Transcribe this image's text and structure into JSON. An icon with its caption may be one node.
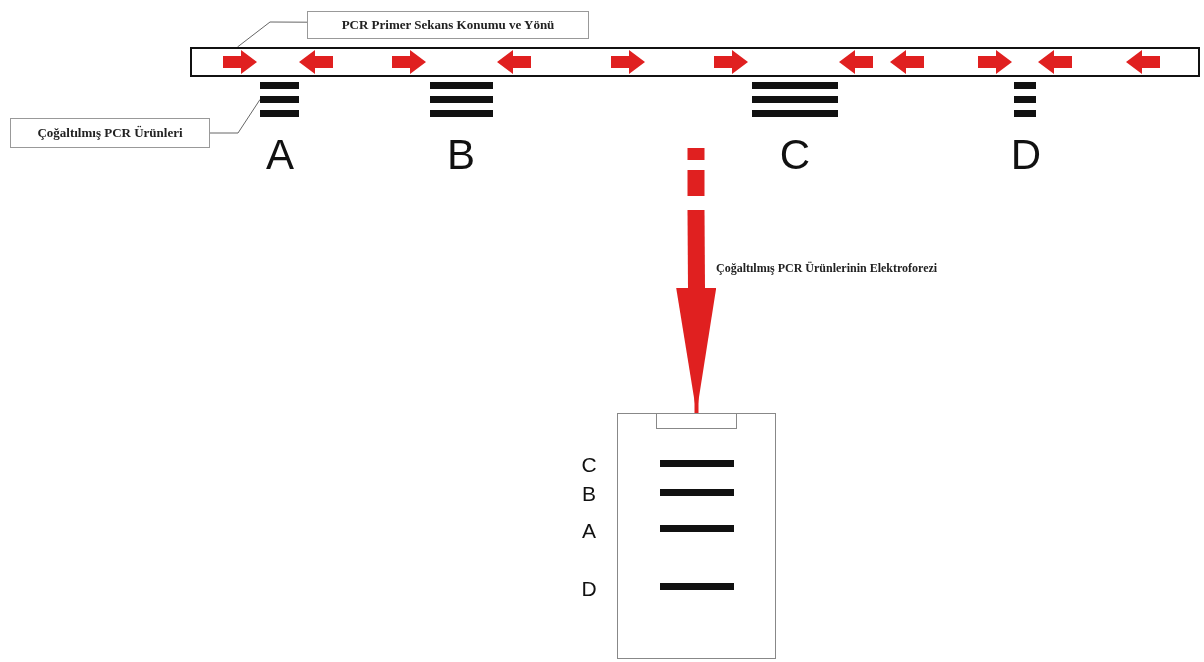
{
  "diagram": {
    "nodes": [
      {
        "text": [
          "PCR Primer Sekans Konumu ve Yönü"
        ]
      },
      {
        "text": [
          "Çoğaltılmış PCR Ürünleri"
        ]
      },
      {
        "text": [],
        "shape": "bar"
      },
      {
        "text": [],
        "shape": "bar"
      },
      {
        "text": [],
        "shape": "bar"
      },
      {
        "text": [],
        "shape": "bar"
      },
      {
        "text": [],
        "shape": "bar"
      },
      {
        "text": [],
        "shape": "box"
      },
      {
        "text": [],
        "shape": "box",
        "in": 7
      }
    ],
    "edges": [
      {
        "from": 0,
        "to": 2,
        "arrow": "none"
      },
      {
        "from": 1,
        "to": 3,
        "arrow": "none"
      },
      {
        "from": null,
        "to": 7,
        "arrow": "to",
        "label": "Çoğaltılmış PCR Ürünlerinin Elektroforezi",
        "style": "thick",
        "color": "#e02020"
      }
    ],
    "labels": [
      "A",
      "B",
      "C",
      "D",
      "C",
      "B",
      "A",
      "D"
    ]
  }
}
